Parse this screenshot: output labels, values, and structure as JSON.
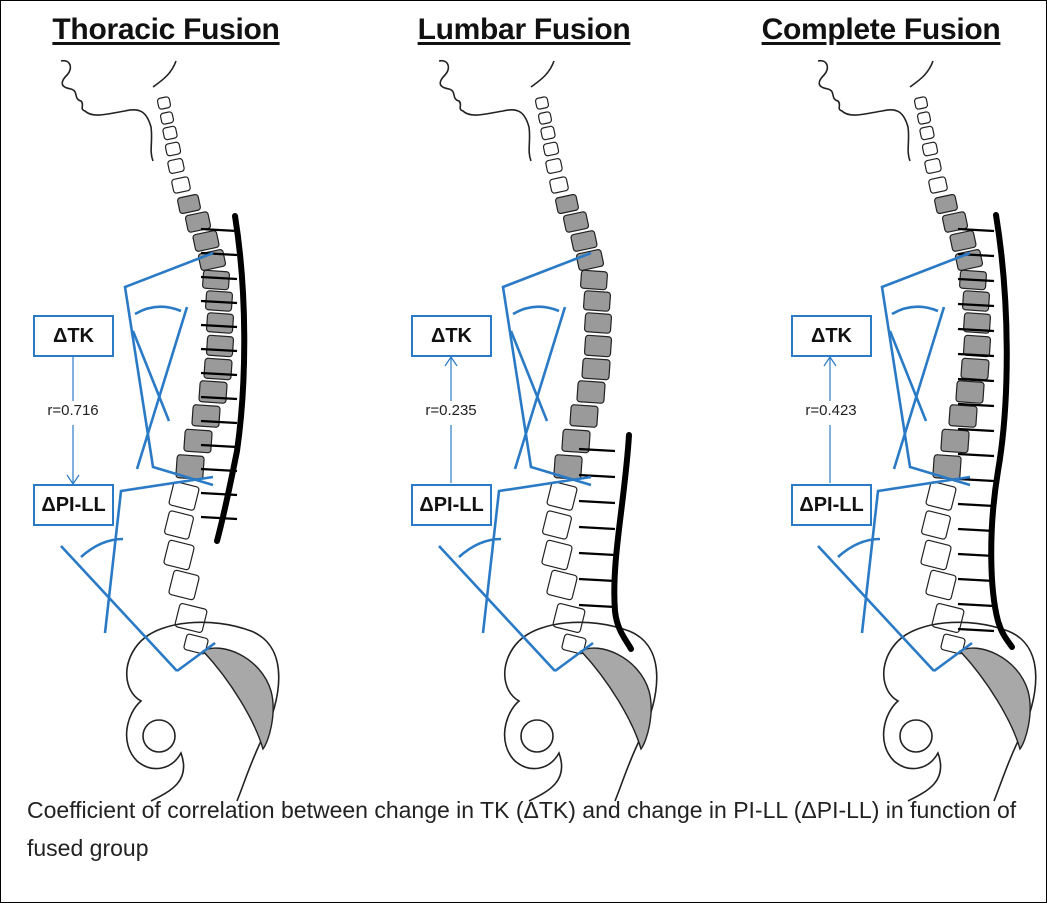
{
  "panels": [
    {
      "title": "Thoracic Fusion",
      "tk_label": "ΔTK",
      "pill_label": "ΔPI-LL",
      "r": "r=0.716",
      "arrow": "down",
      "fused": "thoracic"
    },
    {
      "title": "Lumbar Fusion",
      "tk_label": "ΔTK",
      "pill_label": "ΔPI-LL",
      "r": "r=0.235",
      "arrow": "up",
      "fused": "lumbar"
    },
    {
      "title": "Complete Fusion",
      "tk_label": "ΔTK",
      "pill_label": "ΔPI-LL",
      "r": "r=0.423",
      "arrow": "up",
      "fused": "complete"
    }
  ],
  "caption": "Coefficient of correlation between change in TK (ΔTK) and change in PI-LL (ΔPI-LL) in function of fused group",
  "colors": {
    "angle_lines": "#2a7ac6",
    "fused_vertebra": "#9a9a9a",
    "rod": "#000000",
    "sacrum": "#a8a8a8"
  }
}
